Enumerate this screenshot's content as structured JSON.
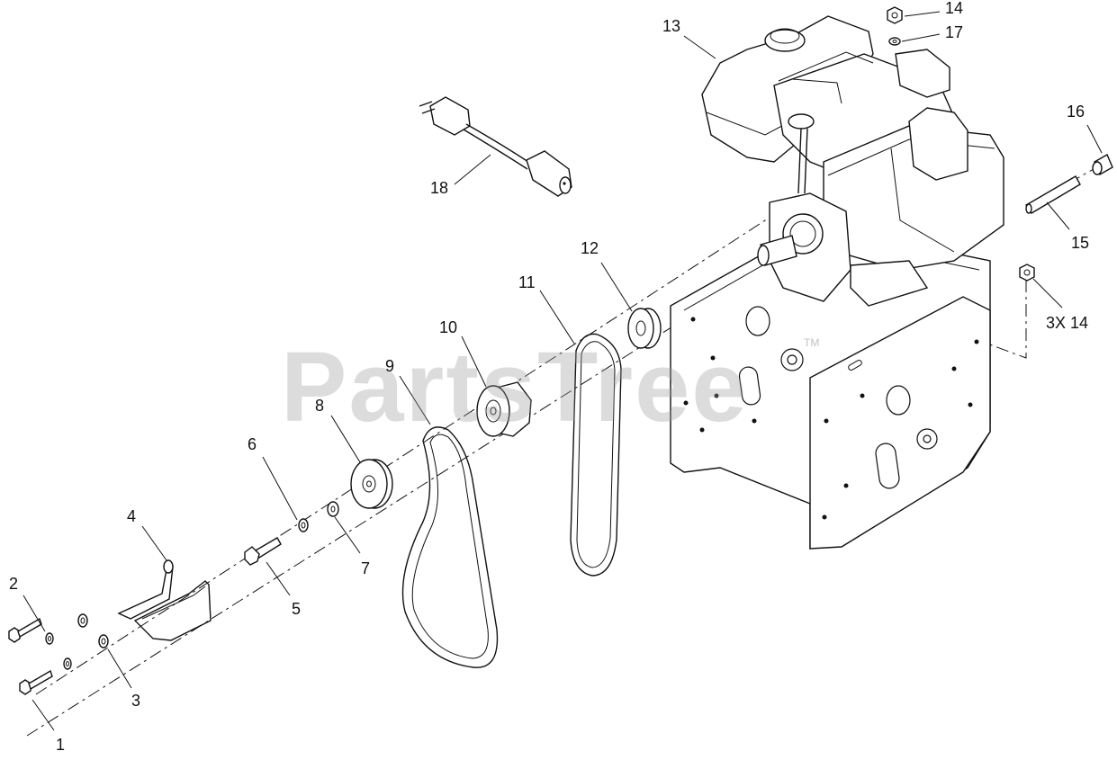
{
  "watermark": {
    "text": "PartsTree",
    "trademark": "TM"
  },
  "callouts": [
    {
      "id": "c1",
      "label": "1"
    },
    {
      "id": "c2",
      "label": "2"
    },
    {
      "id": "c3",
      "label": "3"
    },
    {
      "id": "c4",
      "label": "4"
    },
    {
      "id": "c5",
      "label": "5"
    },
    {
      "id": "c6",
      "label": "6"
    },
    {
      "id": "c7",
      "label": "7"
    },
    {
      "id": "c8",
      "label": "8"
    },
    {
      "id": "c9",
      "label": "9"
    },
    {
      "id": "c10",
      "label": "10"
    },
    {
      "id": "c11",
      "label": "11"
    },
    {
      "id": "c12",
      "label": "12"
    },
    {
      "id": "c13",
      "label": "13"
    },
    {
      "id": "c14",
      "label": "14"
    },
    {
      "id": "c15",
      "label": "15"
    },
    {
      "id": "c16",
      "label": "16"
    },
    {
      "id": "c17",
      "label": "17"
    },
    {
      "id": "c18",
      "label": "18"
    },
    {
      "id": "c3x14",
      "label": "3X 14"
    }
  ]
}
